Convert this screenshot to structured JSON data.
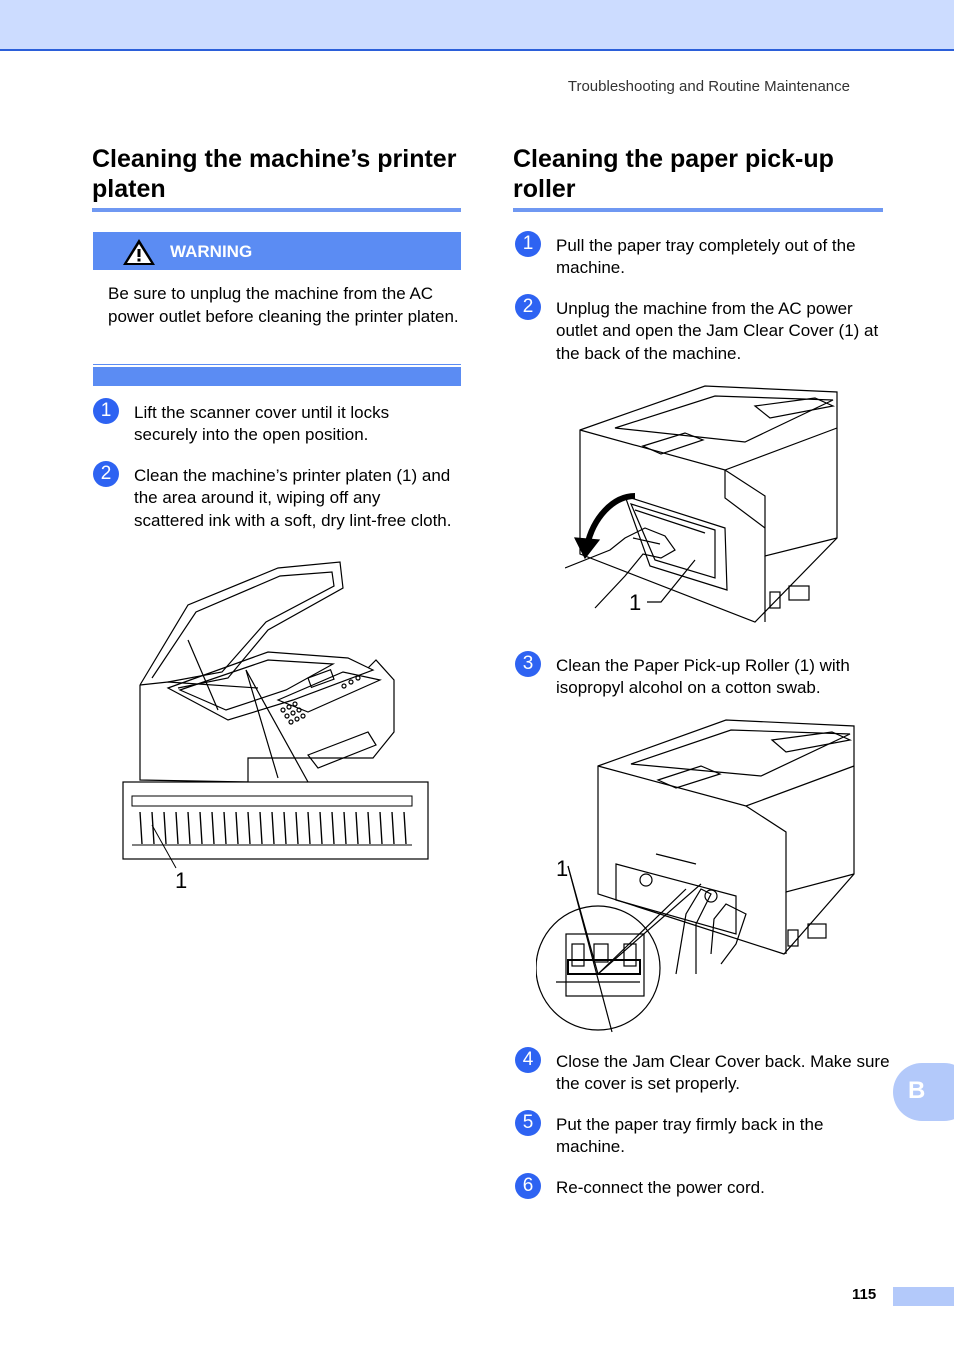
{
  "header": {
    "running_title": "Troubleshooting and Routine Maintenance"
  },
  "left": {
    "title": "Cleaning the machine’s printer platen",
    "warning": {
      "label": "WARNING",
      "text": "Be sure to unplug the machine from the AC power outlet before cleaning the printer platen."
    },
    "steps": [
      {
        "num": "1",
        "text": "Lift the scanner cover until it locks securely into the open position."
      },
      {
        "num": "2",
        "text": "Clean the machine’s printer platen (1) and the area around it, wiping off any scattered ink with a soft, dry lint-free cloth."
      }
    ],
    "figure_callout": "1"
  },
  "right": {
    "title": "Cleaning the paper pick-up roller",
    "steps": [
      {
        "num": "1",
        "text": "Pull the paper tray completely out of the machine."
      },
      {
        "num": "2",
        "text": "Unplug the machine from the AC power outlet and open the Jam Clear Cover (1) at the back of the machine."
      },
      {
        "num": "3",
        "text": "Clean the Paper Pick-up Roller (1) with isopropyl alcohol on a cotton swab."
      },
      {
        "num": "4",
        "text": "Close the Jam Clear Cover back. Make sure the cover is set properly."
      },
      {
        "num": "5",
        "text": "Put the paper tray firmly back in the machine."
      },
      {
        "num": "6",
        "text": "Re-connect the power cord."
      }
    ],
    "figure1_callout": "1",
    "figure2_callout": "1"
  },
  "side_tab": "B",
  "page_number": "115",
  "colors": {
    "accent": "#5b8cf3",
    "step_badge": "#2e63f2",
    "header_band": "#ccdcff",
    "tab": "#b3c9fa"
  }
}
